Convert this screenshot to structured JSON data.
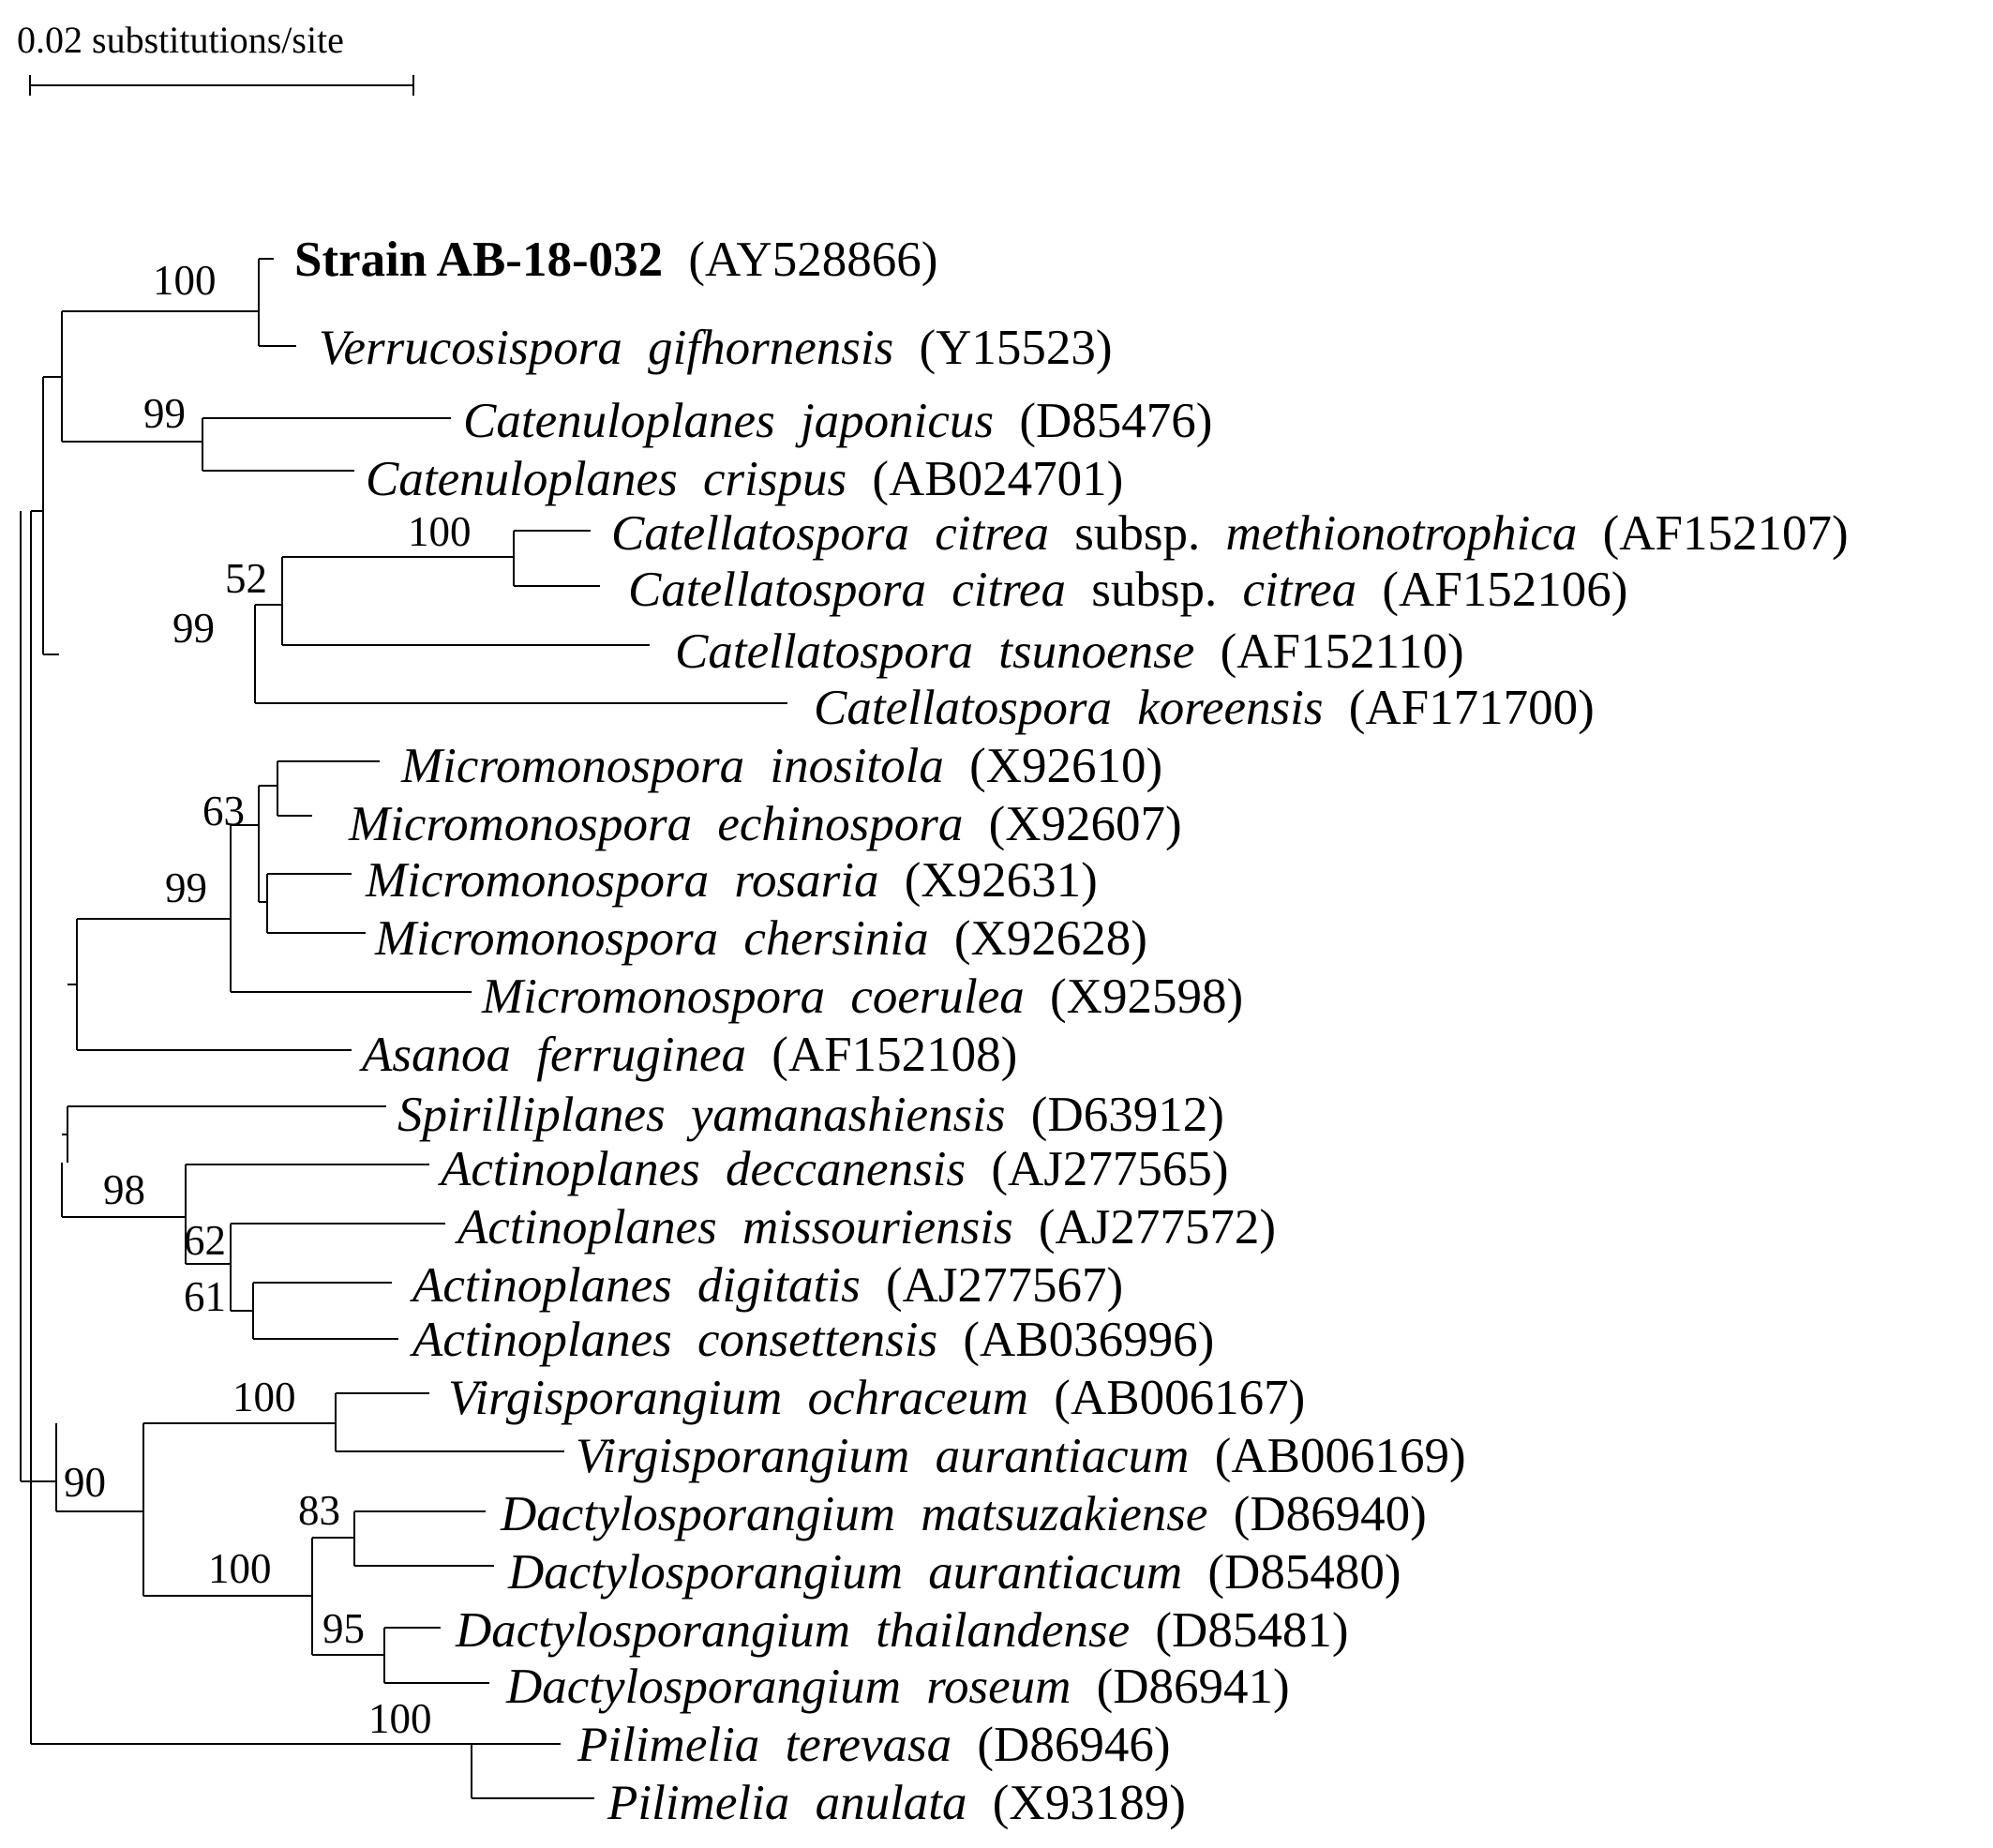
{
  "scale_bar": {
    "label": "0.02 substitutions/site"
  },
  "taxa": [
    {
      "id": "ab18032",
      "name": "Strain AB-18-032",
      "accession": "(AY528866)",
      "bold": true
    },
    {
      "id": "vgifh",
      "genus": "Verrucosispora",
      "epithet": "gifhornensis",
      "accession": "(Y15523)"
    },
    {
      "id": "cjap",
      "genus": "Catenuloplanes",
      "epithet": "japonicus",
      "accession": "(D85476)"
    },
    {
      "id": "ccri",
      "genus": "Catenuloplanes",
      "epithet": "crispus",
      "accession": "(AB024701)"
    },
    {
      "id": "ccmeth",
      "genus": "Catellatospora",
      "epithet": "citrea",
      "subsp_word": "subsp.",
      "subsp": "methionotrophica",
      "accession": "(AF152107)"
    },
    {
      "id": "cccit",
      "genus": "Catellatospora",
      "epithet": "citrea",
      "subsp_word": "subsp.",
      "subsp": "citrea",
      "accession": "(AF152106)"
    },
    {
      "id": "ctsu",
      "genus": "Catellatospora",
      "epithet": "tsunoense",
      "accession": "(AF152110)"
    },
    {
      "id": "ckor",
      "genus": "Catellatospora",
      "epithet": "koreensis",
      "accession": "(AF171700)"
    },
    {
      "id": "mino",
      "genus": "Micromonospora",
      "epithet": "inositola",
      "accession": "(X92610)"
    },
    {
      "id": "mech",
      "genus": "Micromonospora",
      "epithet": "echinospora",
      "accession": "(X92607)"
    },
    {
      "id": "mros",
      "genus": "Micromonospora",
      "epithet": "rosaria",
      "accession": "(X92631)"
    },
    {
      "id": "mche",
      "genus": "Micromonospora",
      "epithet": "chersinia",
      "accession": "(X92628)"
    },
    {
      "id": "mcoe",
      "genus": "Micromonospora",
      "epithet": "coerulea",
      "accession": "(X92598)"
    },
    {
      "id": "afer",
      "genus": "Asanoa",
      "epithet": "ferruginea",
      "accession": "(AF152108)"
    },
    {
      "id": "syam",
      "genus": "Spirilliplanes",
      "epithet": "yamanashiensis",
      "accession": "(D63912)"
    },
    {
      "id": "adec",
      "genus": "Actinoplanes",
      "epithet": "deccanensis",
      "accession": "(AJ277565)"
    },
    {
      "id": "amis",
      "genus": "Actinoplanes",
      "epithet": "missouriensis",
      "accession": "(AJ277572)"
    },
    {
      "id": "adig",
      "genus": "Actinoplanes",
      "epithet": "digitatis",
      "accession": "(AJ277567)"
    },
    {
      "id": "acon",
      "genus": "Actinoplanes",
      "epithet": "consettensis",
      "accession": "(AB036996)"
    },
    {
      "id": "voch",
      "genus": "Virgisporangium",
      "epithet": "ochraceum",
      "accession": "(AB006167)"
    },
    {
      "id": "vaur",
      "genus": "Virgisporangium",
      "epithet": "aurantiacum",
      "accession": "(AB006169)"
    },
    {
      "id": "dmat",
      "genus": "Dactylosporangium",
      "epithet": "matsuzakiense",
      "accession": "(D86940)"
    },
    {
      "id": "daur",
      "genus": "Dactylosporangium",
      "epithet": "aurantiacum",
      "accession": "(D85480)"
    },
    {
      "id": "dtha",
      "genus": "Dactylosporangium",
      "epithet": "thailandense",
      "accession": "(D85481)"
    },
    {
      "id": "dros",
      "genus": "Dactylosporangium",
      "epithet": "roseum",
      "accession": "(D86941)"
    },
    {
      "id": "pter",
      "genus": "Pilimelia",
      "epithet": "terevasa",
      "accession": "(D86946)"
    },
    {
      "id": "panu",
      "genus": "Pilimelia",
      "epithet": "anulata",
      "accession": "(X93189)"
    }
  ],
  "bootstrap_values": [
    "100",
    "99",
    "100",
    "52",
    "99",
    "63",
    "99",
    "98",
    "62",
    "61",
    "100",
    "90",
    "83",
    "100",
    "95",
    "100"
  ]
}
